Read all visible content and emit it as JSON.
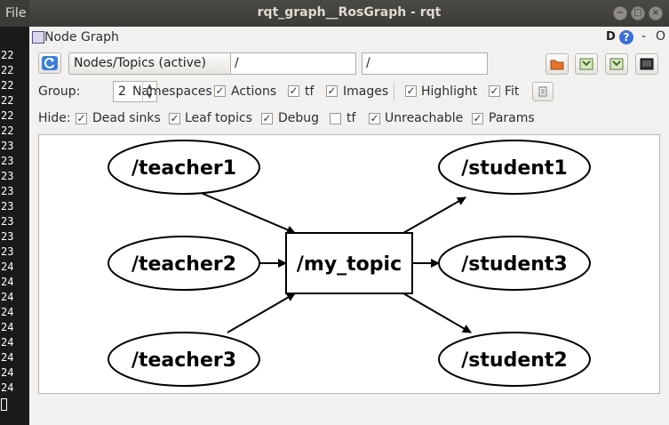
{
  "background": {
    "menu_file": "File",
    "terminal_lines": [
      "22",
      "22",
      "22",
      "22",
      "22",
      "22",
      "23",
      "23",
      "23",
      "23",
      "23",
      "23",
      "23",
      "23",
      "24",
      "24",
      "24",
      "24",
      "24",
      "24",
      "24",
      "24",
      "24"
    ]
  },
  "window": {
    "title": "rqt_graph__RosGraph - rqt",
    "controls": {
      "minimize": "−",
      "maximize": "□",
      "close": "×"
    }
  },
  "dock": {
    "title": "Node Graph",
    "help_d": "D",
    "help_q": "?",
    "min": "-",
    "close": "O"
  },
  "toolbar": {
    "mode_selected": "Nodes/Topics (active)",
    "node_filter": "/",
    "topic_filter": "/"
  },
  "group_row": {
    "group_label": "Group:",
    "group_value": "2",
    "namespaces": "Namespaces",
    "actions": "Actions",
    "tf": "tf",
    "images": "Images",
    "highlight": "Highlight",
    "fit": "Fit"
  },
  "hide_row": {
    "hide_label": "Hide:",
    "dead_sinks": "Dead sinks",
    "leaf_topics": "Leaf topics",
    "debug": "Debug",
    "tf": "tf",
    "unreachable": "Unreachable",
    "params": "Params"
  },
  "checks": {
    "namespaces": false,
    "actions": true,
    "tf": true,
    "images": true,
    "highlight": true,
    "fit": true,
    "dead_sinks": true,
    "leaf_topics": true,
    "debug": true,
    "hide_tf": false,
    "unreachable": true,
    "params": true
  },
  "graph": {
    "publishers": [
      "/teacher1",
      "/teacher2",
      "/teacher3"
    ],
    "topic": "/my_topic",
    "subscribers": [
      "/student1",
      "/student3",
      "/student2"
    ]
  }
}
